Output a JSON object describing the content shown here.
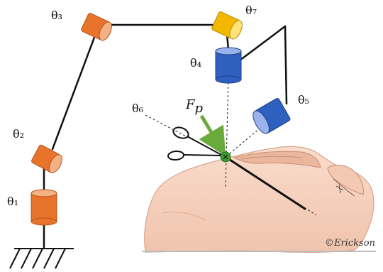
{
  "labels": {
    "theta1": "θ₁",
    "theta2": "θ₂",
    "theta3": "θ₃",
    "theta4": "θ₄",
    "theta5": "θ₅",
    "theta6": "θ₆",
    "theta7": "θ₇",
    "force": "F",
    "force_sub": "p",
    "signature": "©Erickson"
  },
  "colors": {
    "orange_joint": "#e8732a",
    "orange_cap": "#f4b183",
    "yellow_joint": "#f2b800",
    "yellow_cap": "#ffe27a",
    "blue_joint": "#2f5fbf",
    "blue_cap": "#9bb3ec",
    "link": "#111111",
    "force_arrow": "#6aaa3c",
    "contact_point": "#3d9e2e",
    "skin": "#f6d2bf",
    "skin_shade": "#e9b79e"
  }
}
